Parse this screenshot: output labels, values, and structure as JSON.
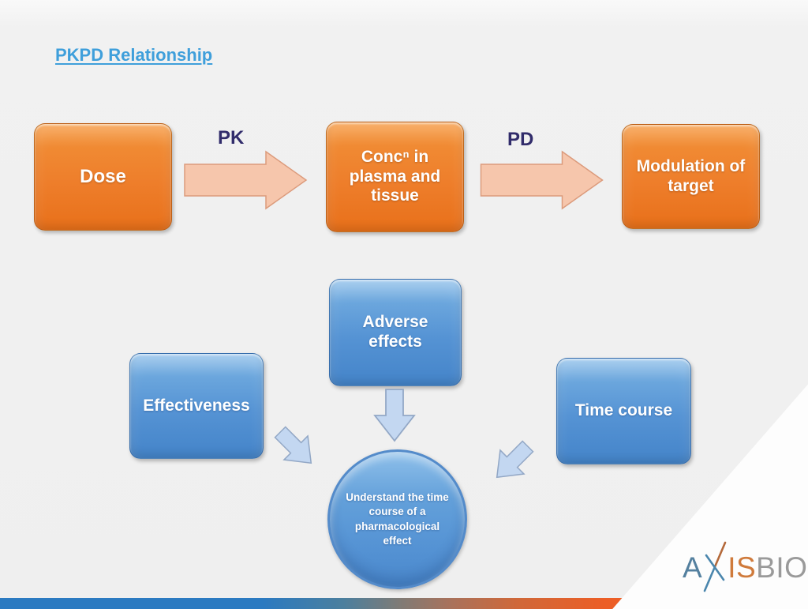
{
  "colors": {
    "title_blue": "#3f9fdb",
    "box_orange": "#ee7e2b",
    "box_blue": "#5593d4",
    "arrow_peach": "#f6c6ac",
    "arrow_peach_stroke": "#dc9b7c",
    "arrow_blue": "#c3d7f1",
    "arrow_blue_stroke": "#93a8c6",
    "pkpd_navy": "#312c6b",
    "bar_blue": "#2b7ac1",
    "bar_orange": "#ec5e26",
    "logo_blue": "#54809f",
    "logo_orange": "#cf7a3b",
    "logo_grey": "#9a9a9a",
    "background": "#efefef"
  },
  "title": "PKPD Relationship",
  "flow": {
    "dose": "Dose",
    "pk": "PK",
    "conc": "Concⁿ in plasma and tissue",
    "pd": "PD",
    "modulation": "Modulation of target"
  },
  "factors": {
    "adverse": "Adverse effects",
    "effectiveness": "Effectiveness",
    "time_course": "Time course"
  },
  "goal": "Understand the time course of a pharmacological effect",
  "logo": {
    "part1": "A",
    "part2": "IS",
    "part3": "BIO"
  }
}
